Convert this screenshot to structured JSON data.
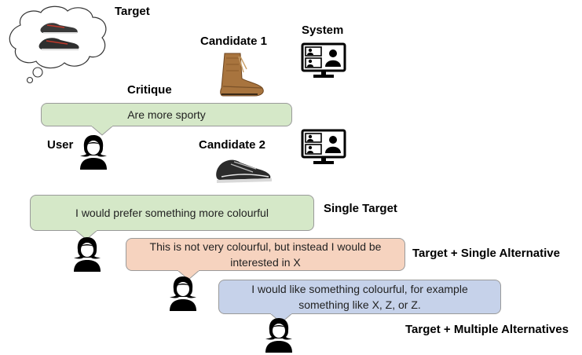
{
  "labels": {
    "target": "Target",
    "candidate1": "Candidate 1",
    "system": "System",
    "critique": "Critique",
    "user": "User",
    "candidate2": "Candidate 2",
    "single_target": "Single Target",
    "target_single_alt": "Target + Single Alternative",
    "target_multi_alt": "Target + Multiple Alternatives"
  },
  "bubbles": {
    "critique_text": "Are more sporty",
    "single_target_text": "I would prefer something more colourful",
    "single_alt_text": "This is not very colourful, but instead I would be interested in X",
    "multi_alt_text": "I would like something colourful, for example something like X, Z, or Z."
  },
  "icons": {
    "thought_cloud": "thought-cloud-icon",
    "shoes_target": "sneakers-icon",
    "boot": "boot-icon",
    "sneaker": "sneaker-icon",
    "system": "video-conference-monitor-icon",
    "user": "user-silhouette-icon"
  },
  "colors": {
    "green_bubble": "#d5e8c8",
    "orange_bubble": "#f6d3bf",
    "blue_bubble": "#c6d2ea"
  }
}
